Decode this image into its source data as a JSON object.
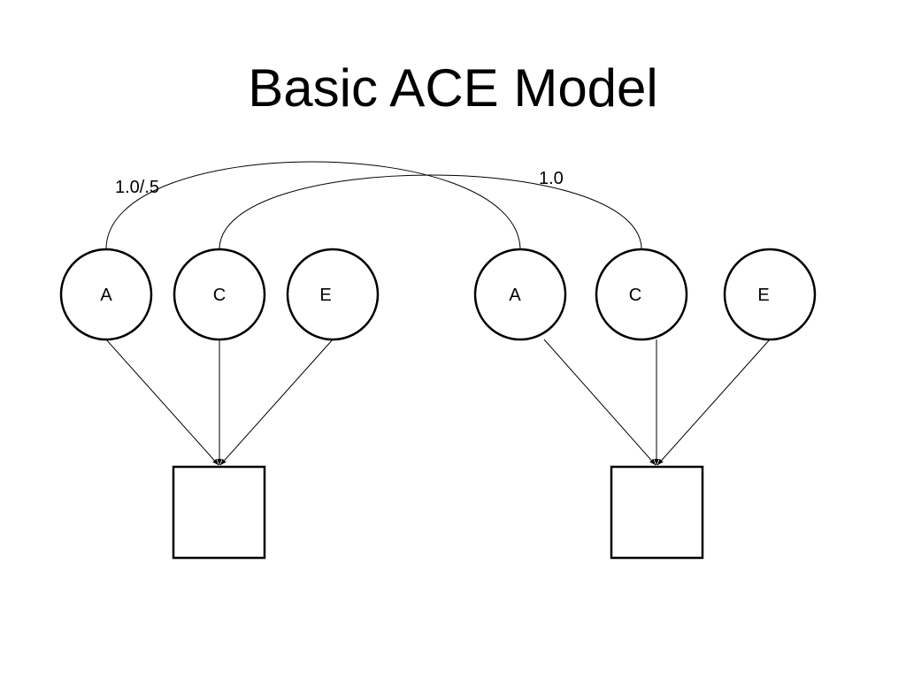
{
  "title": "Basic ACE Model",
  "colors": {
    "stroke": "#000000",
    "background": "#ffffff"
  },
  "twin1": {
    "factors": [
      {
        "id": "A",
        "label": "A"
      },
      {
        "id": "C",
        "label": "C"
      },
      {
        "id": "E",
        "label": "E"
      }
    ]
  },
  "twin2": {
    "factors": [
      {
        "id": "A",
        "label": "A"
      },
      {
        "id": "C",
        "label": "C"
      },
      {
        "id": "E",
        "label": "E"
      }
    ]
  },
  "correlations": [
    {
      "from": "twin1.A",
      "to": "twin2.A",
      "label": "1.0/.5"
    },
    {
      "from": "twin1.C",
      "to": "twin2.C",
      "label": "1.0"
    }
  ]
}
